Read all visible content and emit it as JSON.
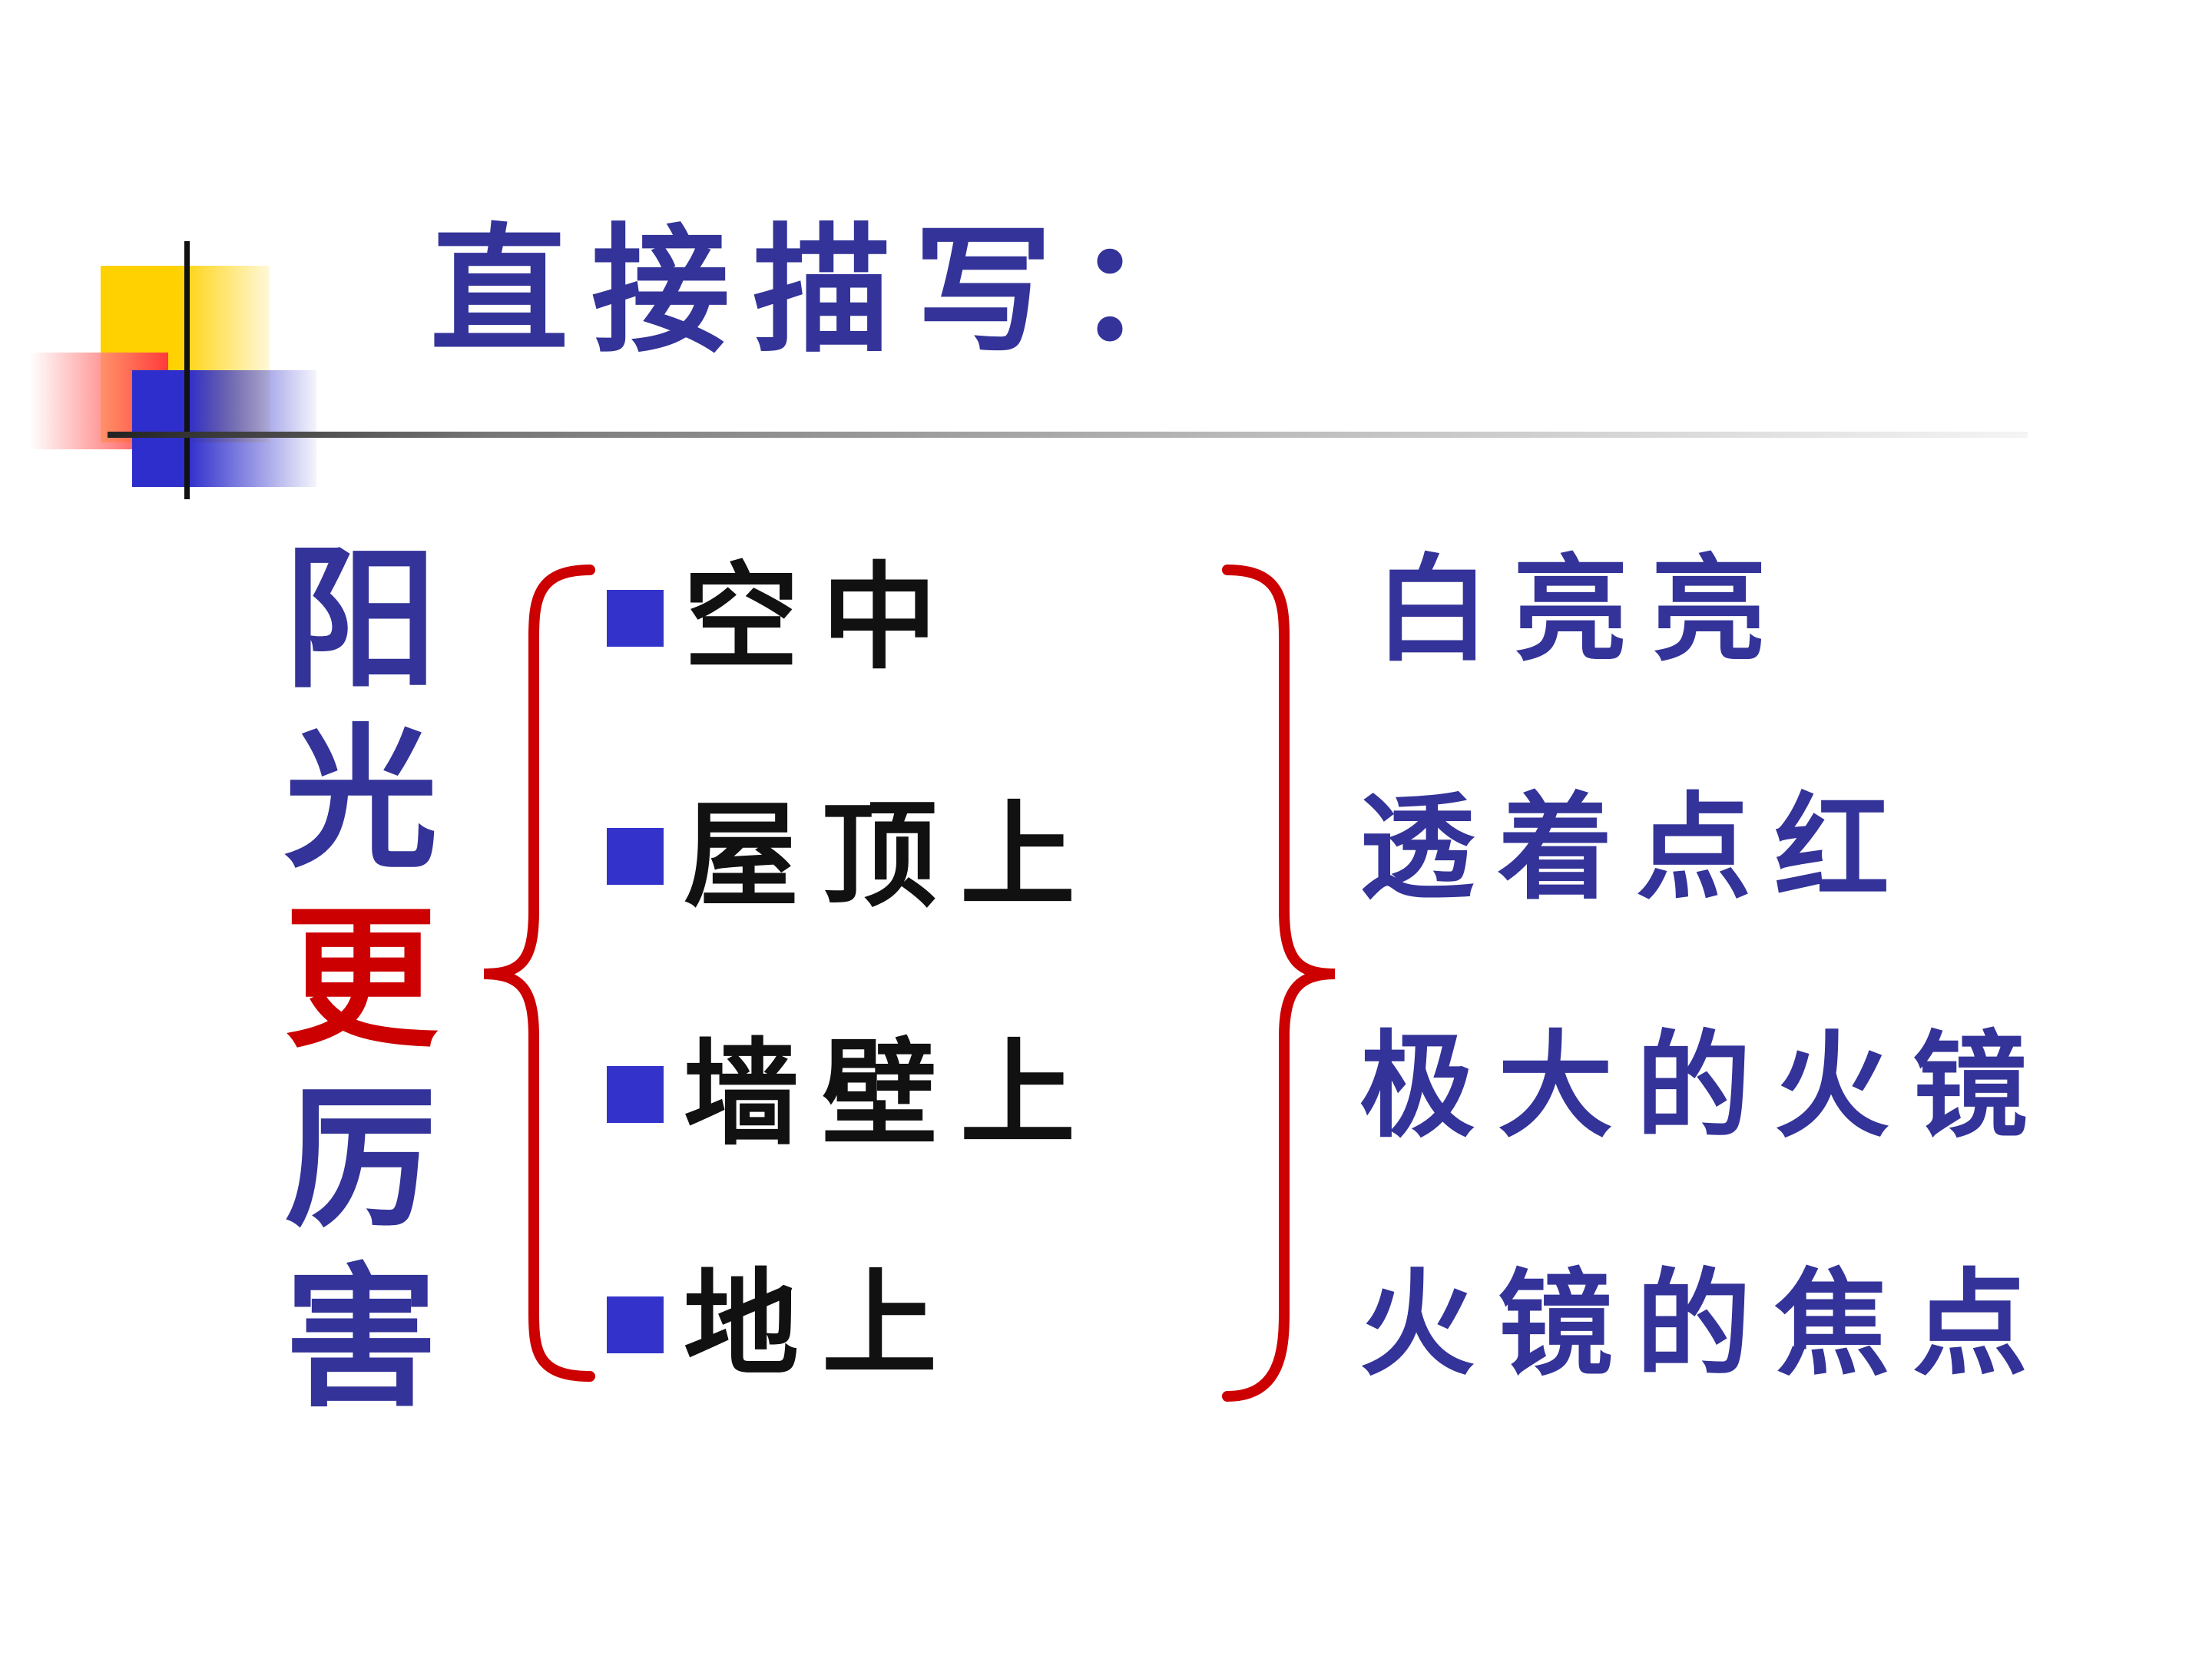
{
  "title": "直接描写：",
  "left_characters": [
    {
      "char": "阳",
      "color": "#333399"
    },
    {
      "char": "光",
      "color": "#333399"
    },
    {
      "char": "更",
      "color": "#cc0000"
    },
    {
      "char": "厉",
      "color": "#333399"
    },
    {
      "char": "害",
      "color": "#333399"
    }
  ],
  "middle_items": [
    {
      "label": "空中"
    },
    {
      "label": "屋顶上"
    },
    {
      "label": "墙壁上"
    },
    {
      "label": "地上"
    }
  ],
  "right_items": [
    {
      "label": "白亮亮"
    },
    {
      "label": "透着点红"
    },
    {
      "label": "极大的火镜"
    },
    {
      "label": "火镜的焦点"
    }
  ],
  "colors": {
    "title": "#333399",
    "accent_red": "#cc0000",
    "bullet": "#3333cc",
    "middle_text": "#111111",
    "right_text": "#333399"
  }
}
